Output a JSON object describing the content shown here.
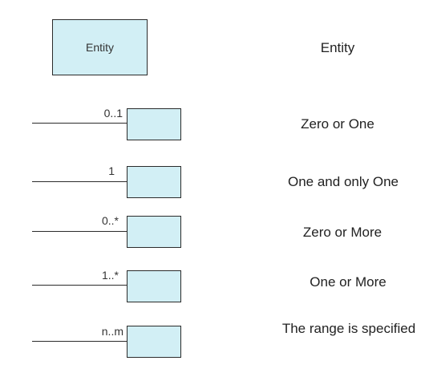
{
  "entity": {
    "box_label": "Entity",
    "description": "Entity"
  },
  "rows": [
    {
      "multiplicity": "0..1",
      "description": "Zero or One"
    },
    {
      "multiplicity": "1",
      "description": "One and only One"
    },
    {
      "multiplicity": "0..*",
      "description": "Zero or More"
    },
    {
      "multiplicity": "1..*",
      "description": "One or More"
    },
    {
      "multiplicity": "n..m",
      "description": "The range is specified"
    }
  ],
  "colors": {
    "entity_fill": "#d2eff5",
    "stroke": "#2b2b2b"
  }
}
